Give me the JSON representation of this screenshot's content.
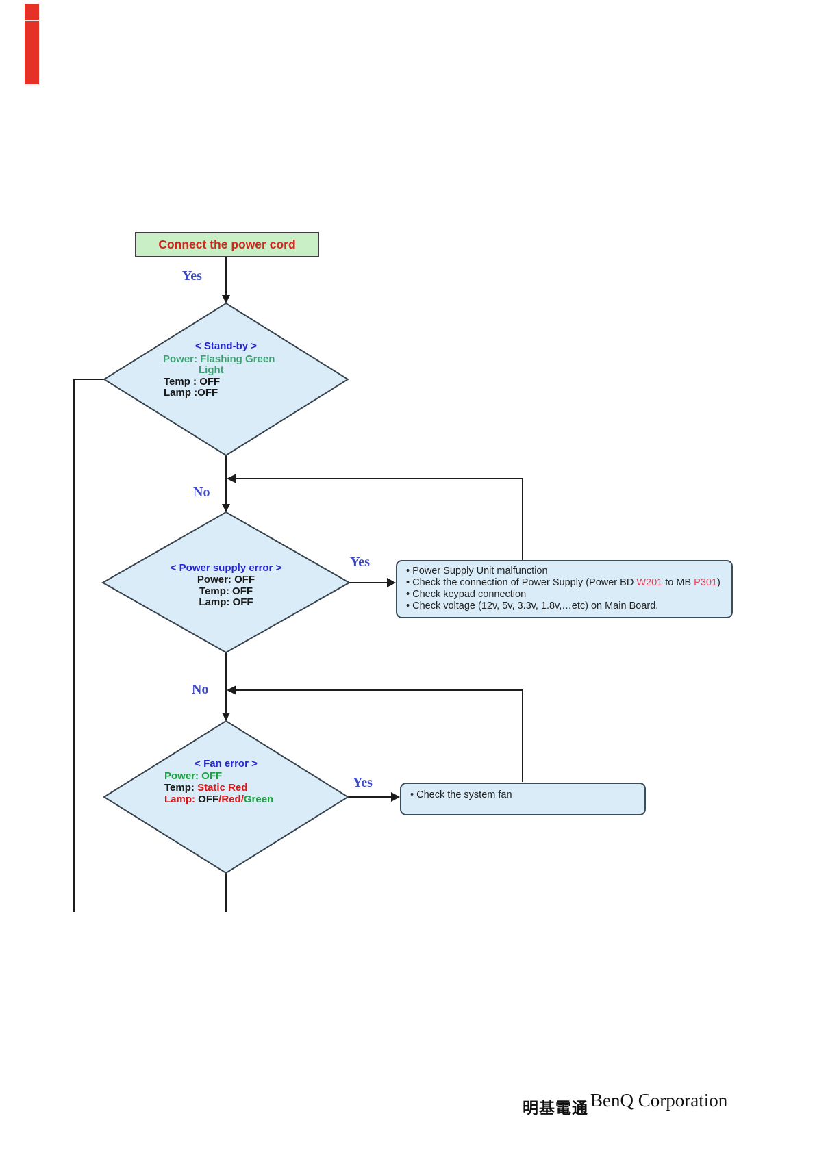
{
  "document": {
    "footer": {
      "company_cjk": "明基電通",
      "company_en": "BenQ Corporation"
    }
  },
  "colors": {
    "start_box_fill": "#c9efc6",
    "start_box_text": "#d3251c",
    "node_fill": "#d9ecf8",
    "edge_label_blue": "#3d49c3",
    "node_title_blue": "#2526cf",
    "green_status": "#17a23c",
    "teal_status": "#3d9f72",
    "red_status": "#e01414",
    "ref_pink_red": "#e84058",
    "line_color": "#1c1c1c",
    "scan_mark_red": "#e63226"
  },
  "flow": {
    "start": {
      "label": "Connect the power cord"
    },
    "edge_labels": {
      "yes1": "Yes",
      "no1": "No",
      "yes2": "Yes",
      "no2": "No",
      "yes3": "Yes"
    },
    "standby": {
      "title": "< Stand-by >",
      "power_line": "Power: Flashing Green",
      "power_line2": "Light",
      "temp_line": "Temp : OFF",
      "lamp_line": "Lamp :OFF"
    },
    "psu_error": {
      "title": "< Power supply error >",
      "power_line": "Power: OFF",
      "temp_line": "Temp: OFF",
      "lamp_line": "Lamp: OFF"
    },
    "fan_error": {
      "title": "< Fan error >",
      "power_label": "Power:",
      "power_value": " OFF",
      "temp_label": "Temp: ",
      "temp_value": "Static Red",
      "lamp_label": "Lamp: ",
      "lamp_v1": "OFF",
      "lamp_s1": "/",
      "lamp_v2": "Red",
      "lamp_s2": "/",
      "lamp_v3": "Green"
    },
    "psu_action_box": {
      "line1": "• Power Supply Unit malfunction",
      "line2_pre": "• Check the connection of Power Supply (Power BD ",
      "line2_ref1": "W201",
      "line2_mid": " to MB ",
      "line2_ref2": "P301",
      "line2_post": ")",
      "line3": "• Check keypad connection",
      "line4": "• Check voltage (12v, 5v, 3.3v, 1.8v,…etc) on Main Board."
    },
    "fan_action_box": {
      "line1": "• Check the system fan"
    }
  }
}
